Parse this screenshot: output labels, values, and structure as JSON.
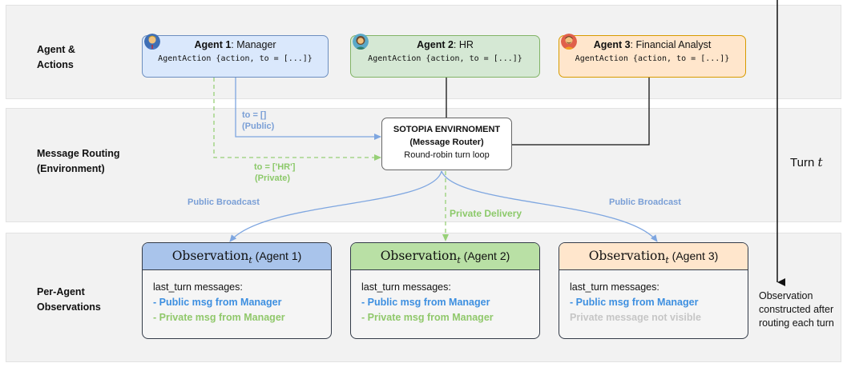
{
  "rows": {
    "agents_label": "Agent & Actions",
    "routing_label": "Message Routing (Environment)",
    "observations_label": "Per-Agent Observations"
  },
  "agents": [
    {
      "name_bold": "Agent 1",
      "role": ": Manager",
      "action": "AgentAction {action, to = [...]}",
      "fill": "#dae8fc",
      "stroke": "#6c8ebf",
      "avatar": "manager-avatar-icon"
    },
    {
      "name_bold": "Agent 2",
      "role": ": HR",
      "action": "AgentAction {action, to = [...]}",
      "fill": "#d5e8d4",
      "stroke": "#82b366",
      "avatar": "hr-avatar-icon"
    },
    {
      "name_bold": "Agent 3",
      "role": ": Financial Analyst",
      "action": "AgentAction {action, to = [...]}",
      "fill": "#ffe6cc",
      "stroke": "#d79b00",
      "avatar": "analyst-avatar-icon"
    }
  ],
  "environment": {
    "title": "SOTOPIA ENVIRNOMENT",
    "subtitle": "(Message Router)",
    "loop": "Round-robin turn loop"
  },
  "routing": {
    "public_to": "to = []",
    "public_tag": "(Public)",
    "private_to": "to = ['HR']",
    "private_tag": "(Private)",
    "broadcast_left": "Public Broadcast",
    "broadcast_right": "Public Broadcast",
    "private_delivery": "Private Delivery"
  },
  "observations": [
    {
      "title": "Observation",
      "subscript": "t",
      "agent": " (Agent 1)",
      "header_fill": "#a9c4eb",
      "heading": "last_turn messages:",
      "lines": [
        {
          "text": "- Public msg from Manager",
          "style": "blue"
        },
        {
          "text": "- Private msg from Manager",
          "style": "green"
        }
      ]
    },
    {
      "title": "Observation",
      "subscript": "t",
      "agent": " (Agent 2)",
      "header_fill": "#b9e0a5",
      "heading": "last_turn messages:",
      "lines": [
        {
          "text": "- Public msg from Manager",
          "style": "blue"
        },
        {
          "text": "- Private msg from Manager",
          "style": "green"
        }
      ]
    },
    {
      "title": "Observation",
      "subscript": "t",
      "agent": " (Agent 3)",
      "header_fill": "#ffe6cc",
      "heading": "last_turn messages:",
      "lines": [
        {
          "text": "- Public msg from Manager",
          "style": "blue"
        },
        {
          "text": "Private message not visible",
          "style": "gray"
        }
      ]
    }
  ],
  "timeline": {
    "turn_label": "Turn",
    "turn_var": "t",
    "note": [
      "Observation",
      "constructed after",
      "routing each turn"
    ]
  },
  "colors": {
    "public": "#7ea6e0",
    "private": "#97d077",
    "msg_blue": "#3d8fe0",
    "msg_green": "#90c86b",
    "muted": "#c6c6c6"
  }
}
